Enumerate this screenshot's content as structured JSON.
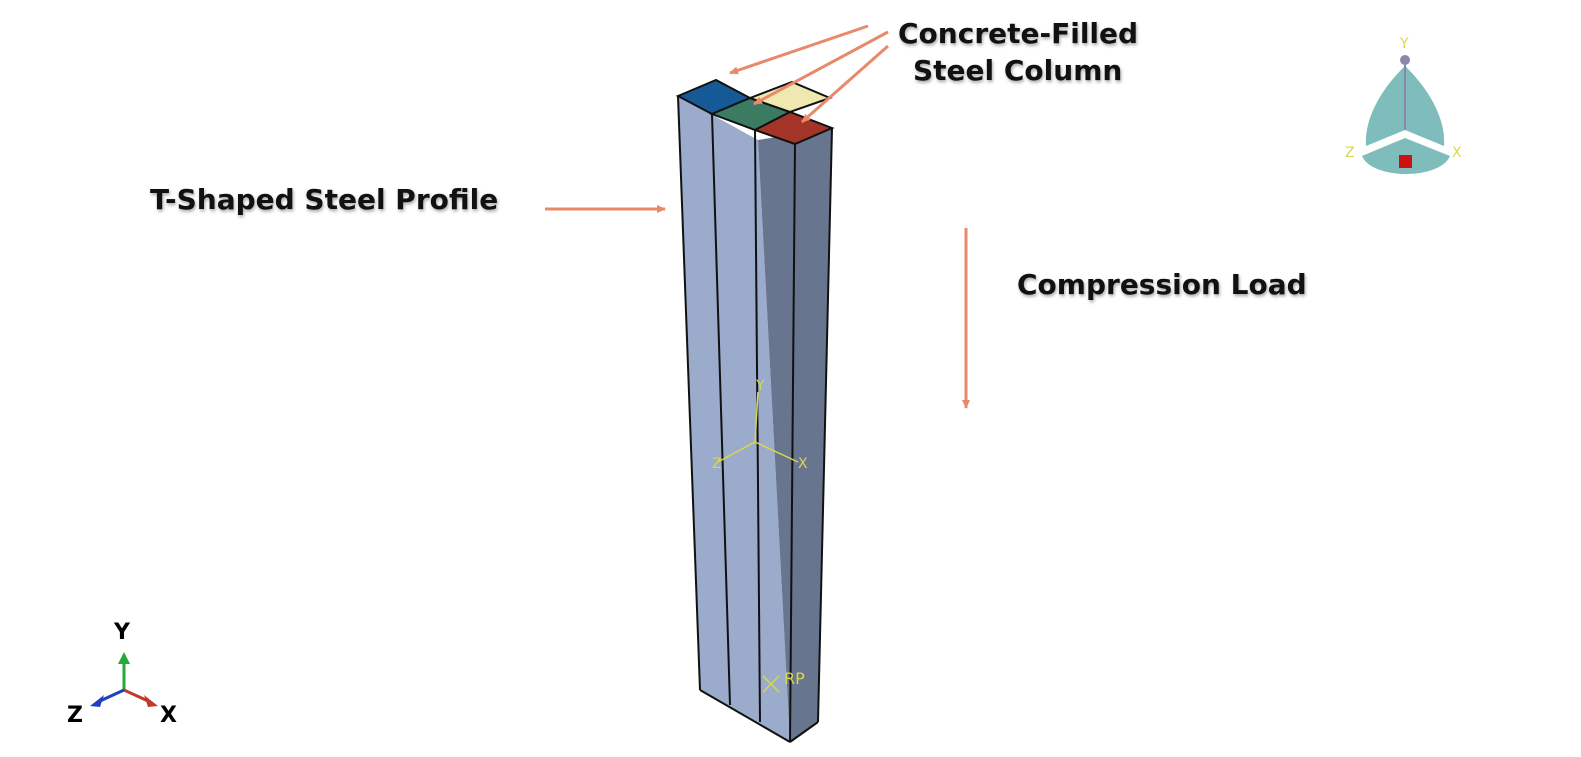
{
  "annotations": {
    "tshape_label": "T-Shaped Steel Profile",
    "cfst_label_line1": "Concrete-Filled",
    "cfst_label_line2": "Steel Column",
    "load_label": "Compression Load"
  },
  "global_triad": {
    "y": "Y",
    "z": "Z",
    "x": "X"
  },
  "view_cube": {
    "y": "Y",
    "z": "Z",
    "x": "X"
  },
  "local_csys": {
    "y": "Y",
    "z": "Z",
    "x": "X"
  },
  "reference_point": "RP",
  "colors": {
    "column_face": "#9aabcc",
    "column_side": "#67758f",
    "arrow": "#e8896a",
    "cap_blue": "#155a96",
    "cap_green": "#3a7b61",
    "cap_cream": "#efe8b0",
    "cap_red": "#a53428",
    "view_cube": "#7fbcbc",
    "axis_x": "#c0392b",
    "axis_y": "#27a83a",
    "axis_z": "#1f3fbf"
  }
}
